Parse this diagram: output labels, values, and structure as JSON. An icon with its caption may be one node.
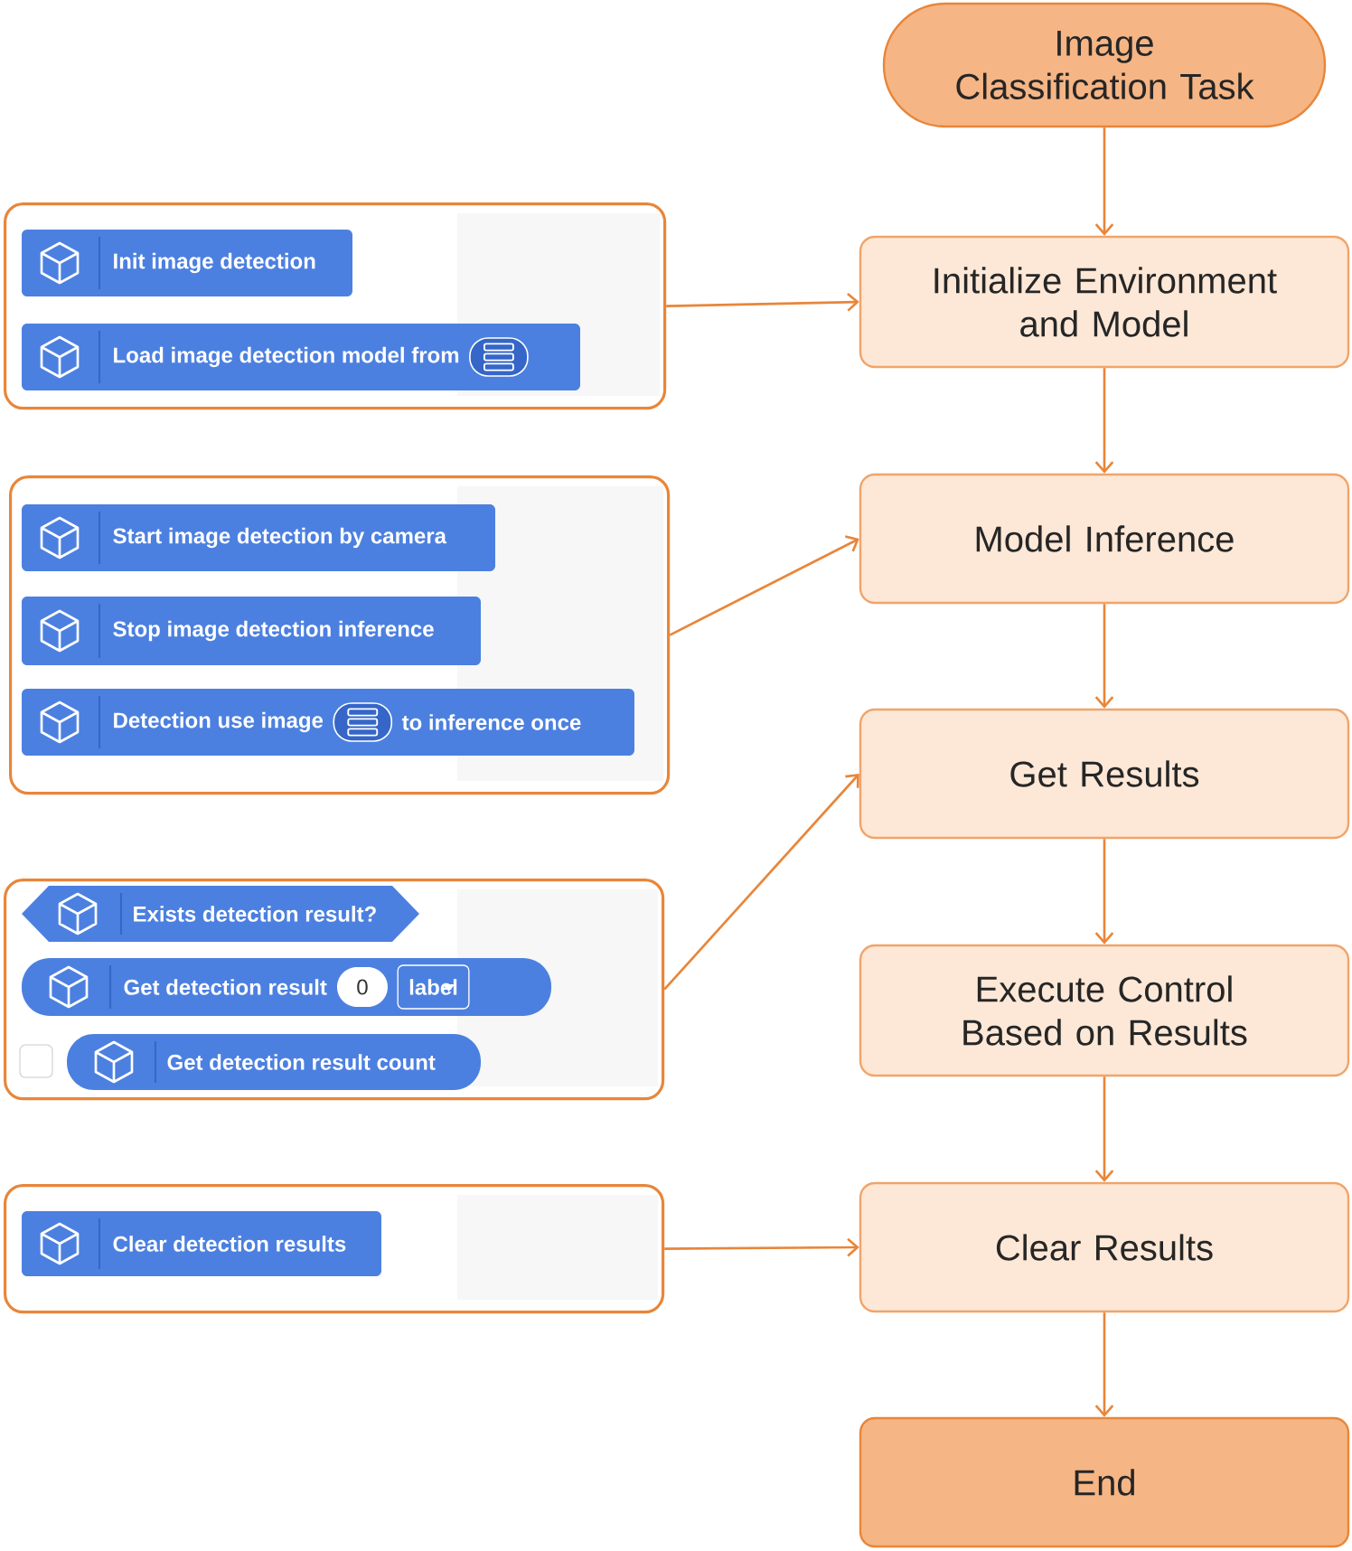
{
  "diagram": {
    "nodes": [
      {
        "text": [
          "Image Classification Task"
        ]
      },
      {
        "text": [
          "Initialize Environment and Model"
        ]
      },
      {
        "text": [
          "Model Inference"
        ]
      },
      {
        "text": [
          "Get Results"
        ]
      },
      {
        "text": [
          "Execute Control Based on Results"
        ]
      },
      {
        "text": [
          "Clear Results"
        ]
      },
      {
        "text": [
          "End"
        ]
      },
      {
        "text": [],
        "shape": "box"
      },
      {
        "text": [
          "Init image detection"
        ],
        "in": 7
      },
      {
        "text": [
          "Load image detection model from"
        ],
        "in": 7
      },
      {
        "text": [],
        "shape": "box"
      },
      {
        "text": [
          "Start image detection by camera"
        ],
        "in": 10
      },
      {
        "text": [
          "Stop image detection inference"
        ],
        "in": 10
      },
      {
        "text": [
          "Detection use image",
          "to inference once"
        ],
        "in": 10
      },
      {
        "text": [],
        "shape": "box"
      },
      {
        "text": [
          "Exists detection result?"
        ],
        "in": 14
      },
      {
        "text": [
          "Get detection result",
          "0",
          "label"
        ],
        "in": 14
      },
      {
        "text": [
          "Get detection result count"
        ],
        "in": 14
      },
      {
        "text": [],
        "shape": "box"
      },
      {
        "text": [
          "Clear detection results"
        ],
        "in": 18
      }
    ],
    "edges": [
      {
        "from": 0,
        "to": 1,
        "arrow": "to"
      },
      {
        "from": 1,
        "to": 2,
        "arrow": "to"
      },
      {
        "from": 2,
        "to": 3,
        "arrow": "to"
      },
      {
        "from": 3,
        "to": 4,
        "arrow": "to"
      },
      {
        "from": 4,
        "to": 5,
        "arrow": "to"
      },
      {
        "from": 5,
        "to": 6,
        "arrow": "to"
      },
      {
        "from": 7,
        "to": 1,
        "arrow": "to"
      },
      {
        "from": 10,
        "to": 2,
        "arrow": "to"
      },
      {
        "from": 14,
        "to": 3,
        "arrow": "to"
      },
      {
        "from": 18,
        "to": 5,
        "arrow": "to"
      }
    ]
  }
}
